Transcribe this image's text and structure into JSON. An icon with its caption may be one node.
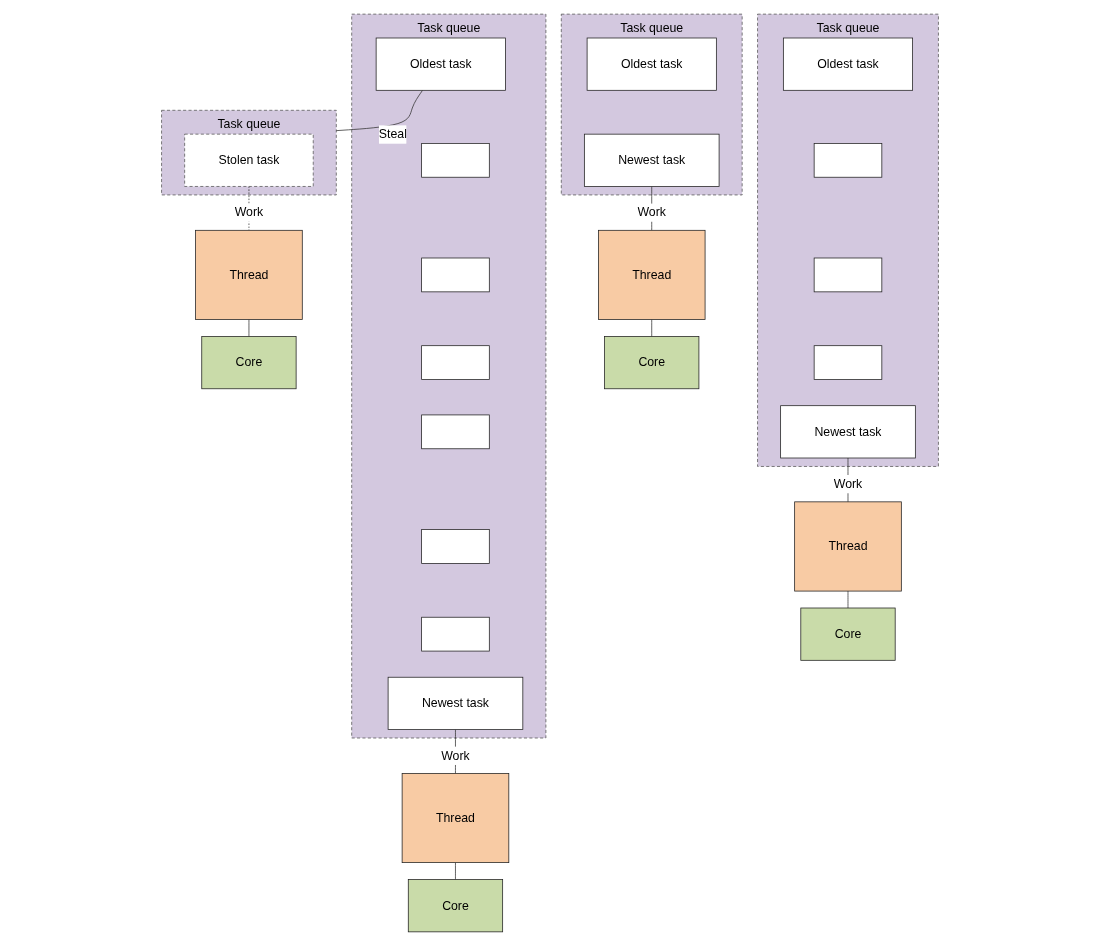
{
  "diagram": {
    "nodes": [
      {
        "text": [
          "Task queue"
        ]
      },
      {
        "text": [
          "Oldest task"
        ],
        "in": 0
      },
      {
        "text": [],
        "shape": "box",
        "in": 0
      },
      {
        "text": [],
        "shape": "box",
        "in": 0
      },
      {
        "text": [],
        "shape": "box",
        "in": 0
      },
      {
        "text": [
          "Newest task"
        ],
        "in": 0
      },
      {
        "text": [
          "Thread"
        ]
      },
      {
        "text": [
          "Core"
        ]
      },
      {
        "text": [
          "Task queue"
        ]
      },
      {
        "text": [
          "Oldest task"
        ],
        "in": 8
      },
      {
        "text": [
          "Newest task"
        ],
        "in": 8
      },
      {
        "text": [
          "Thread"
        ]
      },
      {
        "text": [
          "Core"
        ]
      },
      {
        "text": [
          "Task queue"
        ]
      },
      {
        "text": [
          "Oldest task"
        ],
        "in": 13
      },
      {
        "text": [],
        "shape": "box",
        "in": 13
      },
      {
        "text": [],
        "shape": "box",
        "in": 13
      },
      {
        "text": [],
        "shape": "box",
        "in": 13
      },
      {
        "text": [],
        "shape": "box",
        "in": 13
      },
      {
        "text": [],
        "shape": "box",
        "in": 13
      },
      {
        "text": [],
        "shape": "box",
        "in": 13
      },
      {
        "text": [
          "Newest task"
        ],
        "in": 13
      },
      {
        "text": [
          "Thread"
        ]
      },
      {
        "text": [
          "Core"
        ]
      },
      {
        "text": [
          "Task queue"
        ]
      },
      {
        "text": [
          "Stolen task"
        ],
        "in": 24
      },
      {
        "text": [
          "Thread"
        ]
      },
      {
        "text": [
          "Core"
        ]
      }
    ],
    "edges": [
      {
        "from": 5,
        "to": 6,
        "arrow": "none",
        "label": "Work"
      },
      {
        "from": 6,
        "to": 7,
        "arrow": "none"
      },
      {
        "from": 10,
        "to": 11,
        "arrow": "none",
        "label": "Work"
      },
      {
        "from": 11,
        "to": 12,
        "arrow": "none"
      },
      {
        "from": 14,
        "to": 24,
        "arrow": "none",
        "label": "Steal"
      },
      {
        "from": 21,
        "to": 22,
        "arrow": "none",
        "label": "Work"
      },
      {
        "from": 22,
        "to": 23,
        "arrow": "none"
      },
      {
        "from": 25,
        "to": 26,
        "arrow": "none",
        "label": "Work",
        "style": "dashed"
      },
      {
        "from": 26,
        "to": 27,
        "arrow": "none"
      }
    ]
  }
}
